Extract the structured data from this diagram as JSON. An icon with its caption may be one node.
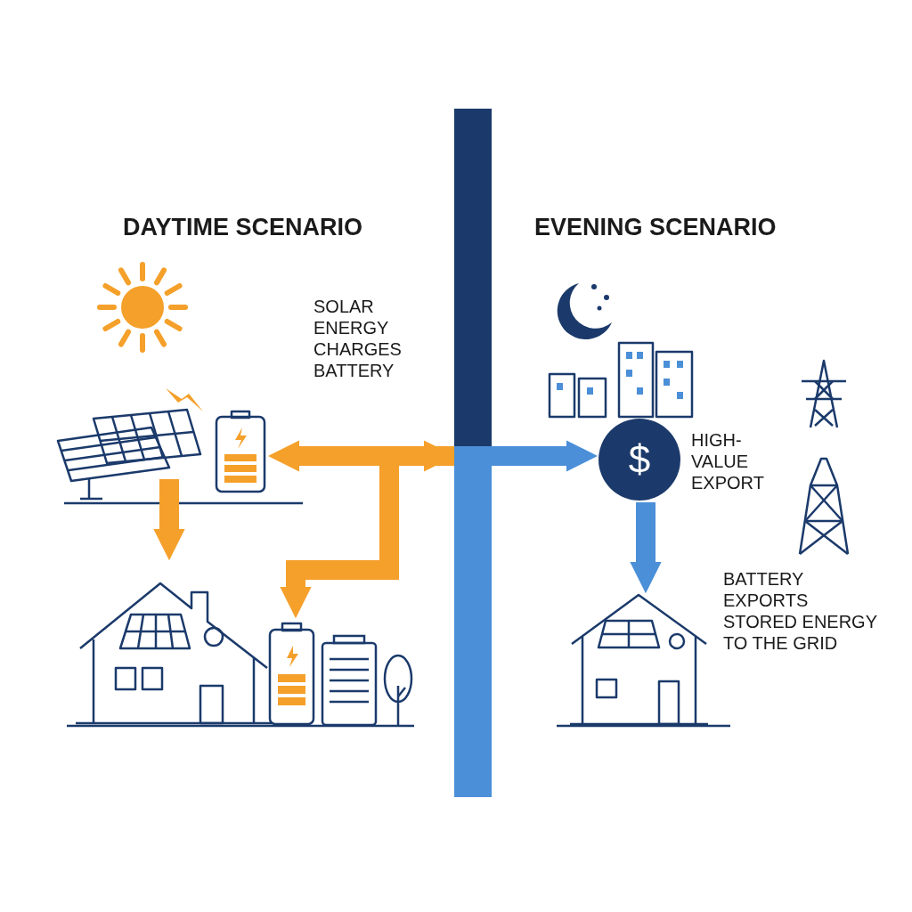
{
  "diagram": {
    "nodes": [
      {
        "text": [],
        "shape": "picture"
      },
      {
        "text": [],
        "shape": "picture"
      },
      {
        "text": [],
        "shape": "picture"
      },
      {
        "text": [],
        "shape": "picture"
      },
      {
        "text": [],
        "shape": "picture"
      },
      {
        "text": [],
        "shape": "picture"
      },
      {
        "text": [],
        "shape": "picture"
      },
      {
        "text": [],
        "shape": "picture"
      },
      {
        "text": [
          "$"
        ],
        "beside": [
          "HIGH-VALUE EXPORT"
        ]
      },
      {
        "text": [],
        "shape": "picture"
      },
      {
        "text": [],
        "shape": "bar"
      }
    ],
    "edges": [
      {
        "from": 1,
        "to": 3,
        "arrow": "to"
      },
      {
        "from": 2,
        "to": 10,
        "arrow": "both"
      },
      {
        "from": 10,
        "to": 4,
        "arrow": "to"
      },
      {
        "from": 10,
        "to": 8,
        "arrow": "to",
        "color": "#4a8fd8"
      },
      {
        "from": 8,
        "to": 9,
        "arrow": "to",
        "color": "#4a8fd8"
      }
    ],
    "labels": [
      "DAYTIME SCENARIO",
      "EVENING SCENARIO",
      "SOLAR ENERGY CHARGES BATTERY",
      "BATTERY EXPORTS STORED ENERGY TO THE GRID"
    ]
  }
}
